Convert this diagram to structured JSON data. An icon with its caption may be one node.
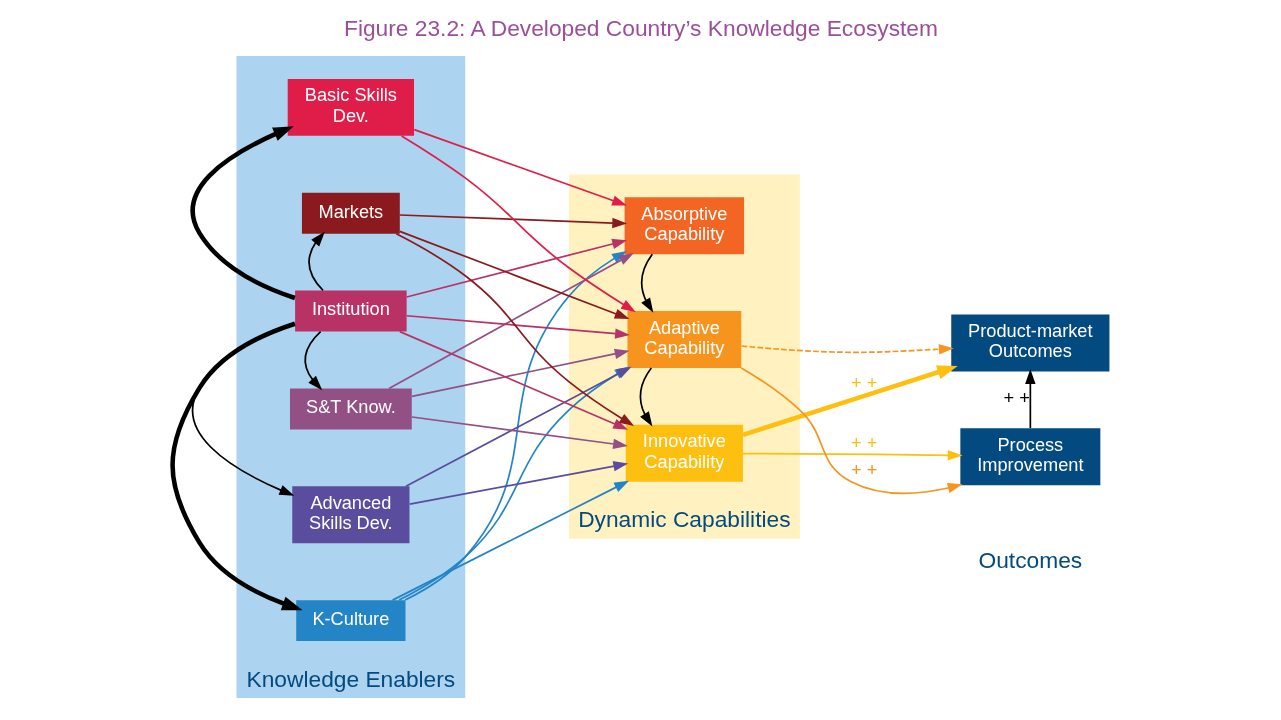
{
  "diagram": {
    "title": "Figure 23.2: A Developed Country’s Knowledge Ecosystem",
    "nodes": [
      {
        "text": [
          "Knowledge Enablers"
        ]
      },
      {
        "text": [
          "K-Culture"
        ],
        "in": 0
      },
      {
        "text": [
          "Advanced Skills Dev."
        ],
        "in": 0
      },
      {
        "text": [
          "S&T Know."
        ],
        "in": 0
      },
      {
        "text": [
          "Institution"
        ],
        "in": 0
      },
      {
        "text": [
          "Markets"
        ],
        "in": 0
      },
      {
        "text": [
          "Basic Skills Dev."
        ],
        "in": 0
      },
      {
        "text": [
          "Dynamic Capabilities"
        ]
      },
      {
        "text": [
          "Innovative Capability"
        ],
        "in": 7
      },
      {
        "text": [
          "Adaptive Capability"
        ],
        "in": 7
      },
      {
        "text": [
          "Absorptive Capability"
        ],
        "in": 7
      },
      {
        "text": [
          "Product-market Outcomes"
        ]
      },
      {
        "text": [
          "Process Improvement"
        ]
      }
    ],
    "edges": [
      {
        "from": 4,
        "to": 1,
        "arrow": "to",
        "style": "thick"
      },
      {
        "from": 4,
        "to": 2,
        "arrow": "to"
      },
      {
        "from": 4,
        "to": 3,
        "arrow": "to"
      },
      {
        "from": 4,
        "to": 5,
        "arrow": "to"
      },
      {
        "from": 4,
        "to": 6,
        "arrow": "to",
        "style": "thick"
      },
      {
        "from": 1,
        "to": 8,
        "arrow": "to",
        "color": "#2384c6"
      },
      {
        "from": 1,
        "to": 9,
        "arrow": "to",
        "color": "#2384c6"
      },
      {
        "from": 1,
        "to": 10,
        "arrow": "to",
        "color": "#2384c6"
      },
      {
        "from": 2,
        "to": 8,
        "arrow": "to",
        "color": "#5b4d9e"
      },
      {
        "from": 2,
        "to": 9,
        "arrow": "to",
        "color": "#5b4d9e"
      },
      {
        "from": 3,
        "to": 8,
        "arrow": "to",
        "color": "#925085"
      },
      {
        "from": 3,
        "to": 9,
        "arrow": "to",
        "color": "#925085"
      },
      {
        "from": 3,
        "to": 10,
        "arrow": "to",
        "color": "#925085"
      },
      {
        "from": 4,
        "to": 8,
        "arrow": "to",
        "color": "#b83266"
      },
      {
        "from": 4,
        "to": 9,
        "arrow": "to",
        "color": "#b83266"
      },
      {
        "from": 4,
        "to": 10,
        "arrow": "to",
        "color": "#b83266"
      },
      {
        "from": 5,
        "to": 8,
        "arrow": "to",
        "color": "#8b1a1e"
      },
      {
        "from": 5,
        "to": 9,
        "arrow": "to",
        "color": "#8b1a1e"
      },
      {
        "from": 5,
        "to": 10,
        "arrow": "to",
        "color": "#8b1a1e"
      },
      {
        "from": 6,
        "to": 9,
        "arrow": "to",
        "color": "#e01c48"
      },
      {
        "from": 6,
        "to": 10,
        "arrow": "to",
        "color": "#e01c48"
      },
      {
        "from": 10,
        "to": 9,
        "arrow": "to"
      },
      {
        "from": 9,
        "to": 8,
        "arrow": "to"
      },
      {
        "from": 8,
        "to": 11,
        "arrow": "to",
        "label": "+ +",
        "style": "thick",
        "color": "#fdc010"
      },
      {
        "from": 8,
        "to": 12,
        "arrow": "to",
        "label": "+ +",
        "color": "#fdc010"
      },
      {
        "from": 9,
        "to": 11,
        "arrow": "to",
        "style": "dashed",
        "color": "#f7941e"
      },
      {
        "from": 9,
        "to": 12,
        "arrow": "to",
        "label": "+ +",
        "color": "#f7941e"
      },
      {
        "from": 12,
        "to": 11,
        "arrow": "to",
        "label": "+ +"
      }
    ],
    "labels": [
      "Outcomes"
    ]
  }
}
